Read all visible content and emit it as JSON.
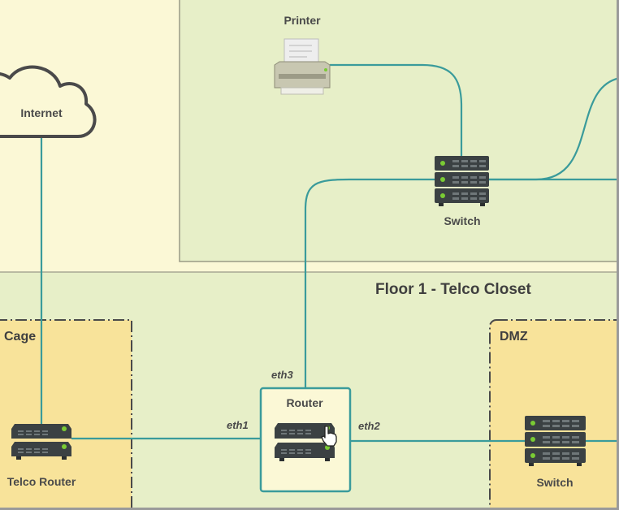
{
  "diagram": {
    "floor_title": "Floor 1 - Telco Closet",
    "zones": {
      "cage": "Cage",
      "dmz": "DMZ"
    },
    "nodes": {
      "internet": "Internet",
      "printer": "Printer",
      "upper_switch": "Switch",
      "telco_router": "Telco Router",
      "router": "Router",
      "dmz_switch": "Switch"
    },
    "ports": {
      "eth1": "eth1",
      "eth2": "eth2",
      "eth3": "eth3"
    }
  },
  "colors": {
    "link": "#3a9b9b",
    "floor_fill": "#e7efc8",
    "zone_fill": "#f8e39a",
    "outer_fill": "#fbf8d6",
    "device": "#3b4143",
    "led": "#7acb34"
  }
}
